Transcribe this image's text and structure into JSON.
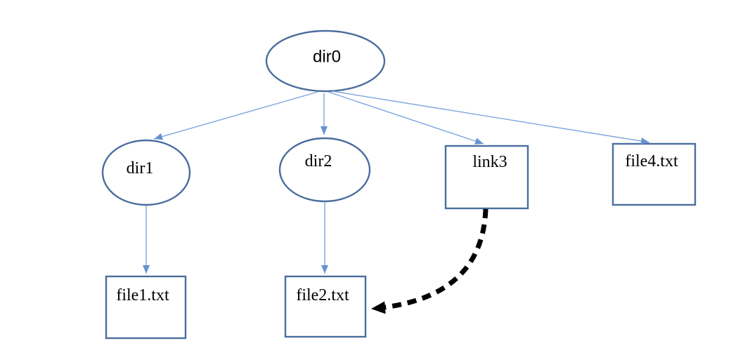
{
  "diagram": {
    "kind": "file-system-tree",
    "background_color": "#ffffff",
    "colors": {
      "node_outline": "#4a6d9e",
      "tree_arrow": "#7ca5dc",
      "tree_arrowhead": "#6693d0",
      "symlink_arrow": "#000000",
      "label_color": "#000000"
    },
    "nodes": {
      "dir0": {
        "label": "dir0",
        "shape": "ellipse"
      },
      "dir1": {
        "label": "dir1",
        "shape": "ellipse"
      },
      "dir2": {
        "label": "dir2",
        "shape": "ellipse"
      },
      "link3": {
        "label": "link3",
        "shape": "rectangle"
      },
      "file4": {
        "label": "file4.txt",
        "shape": "rectangle"
      },
      "file1": {
        "label": "file1.txt",
        "shape": "rectangle"
      },
      "file2": {
        "label": "file2.txt",
        "shape": "rectangle"
      }
    },
    "edges": [
      {
        "from": "dir0",
        "to": "dir1",
        "style": "solid",
        "color": "light-blue"
      },
      {
        "from": "dir0",
        "to": "dir2",
        "style": "solid",
        "color": "light-blue"
      },
      {
        "from": "dir0",
        "to": "link3",
        "style": "solid",
        "color": "light-blue"
      },
      {
        "from": "dir0",
        "to": "file4.txt",
        "style": "solid",
        "color": "light-blue"
      },
      {
        "from": "dir1",
        "to": "file1.txt",
        "style": "solid",
        "color": "light-blue"
      },
      {
        "from": "dir2",
        "to": "file2.txt",
        "style": "solid",
        "color": "light-blue"
      },
      {
        "from": "link3",
        "to": "file2.txt",
        "style": "thick-dashed",
        "color": "black"
      }
    ]
  }
}
